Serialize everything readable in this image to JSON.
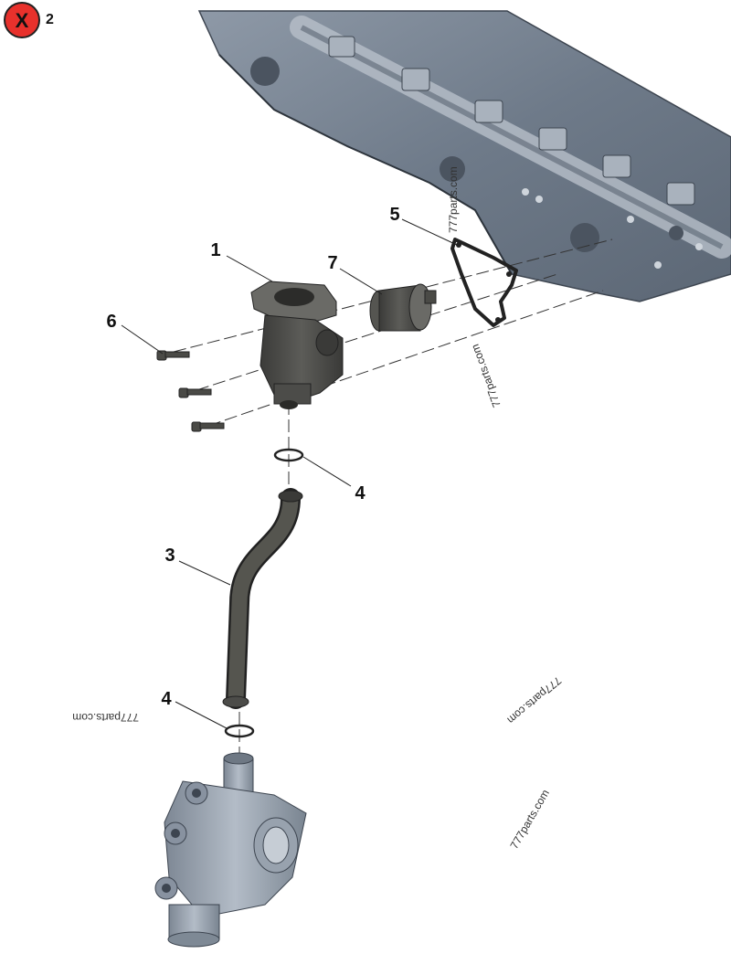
{
  "badge": {
    "symbol": "X",
    "count": "2",
    "color": "#e8312c"
  },
  "callouts": {
    "c1": "1",
    "c2": "3",
    "c3": "4",
    "c4": "4",
    "c5": "5",
    "c6": "6",
    "c7": "7"
  },
  "watermarks": [
    "777parts.com",
    "777parts.com",
    "777parts.com",
    "777parts.com",
    "777parts.com"
  ],
  "colors": {
    "dark_part": "#4a4a48",
    "light_part": "#9aa4b1",
    "head_casting": "#7b8796",
    "line": "#222222"
  }
}
